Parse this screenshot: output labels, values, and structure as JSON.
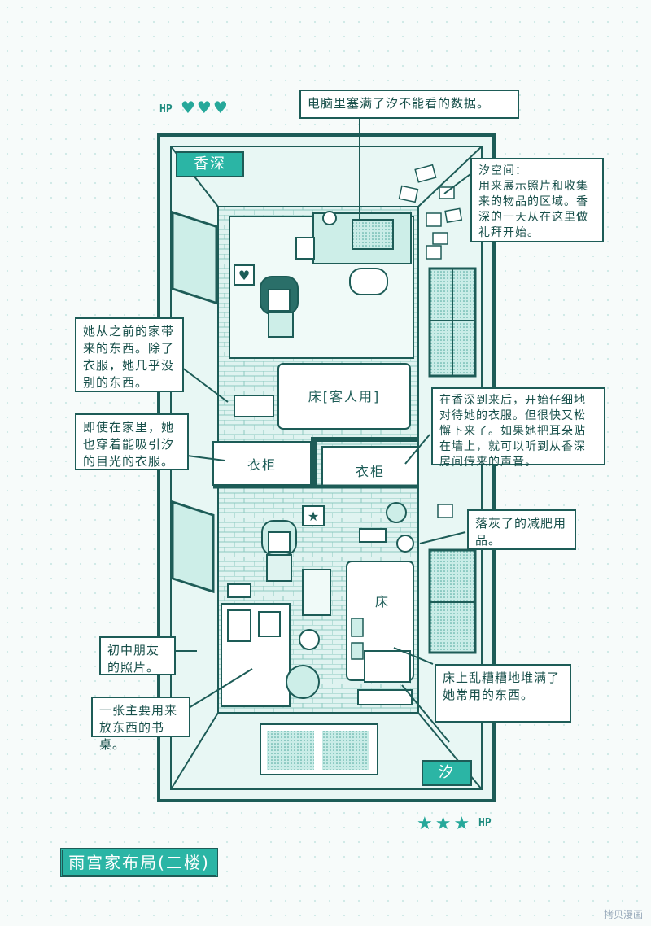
{
  "title": "雨宫家布局(二楼)",
  "names": {
    "top": "香深",
    "bottom": "汐"
  },
  "hp": {
    "top_label": "HP",
    "top_hearts": "♥♥♥",
    "bottom_label": "HP",
    "bottom_stars": "★★★"
  },
  "rooms": {
    "guest_bed": "床[客人用]",
    "closet_left": "衣柜",
    "closet_right": "衣柜",
    "bed": "床"
  },
  "notes": {
    "computer": "电脑里塞满了汐不能看的数据。",
    "room_space": "汐空间：\n用来展示照片和收集来的物品的区域。香深的一天从在这里做礼拜开始。",
    "belongings": "她从之前的家带来的东西。除了衣服，她几乎没别的东西。",
    "clothes": "即使在家里，她也穿着能吸引汐的目光的衣服。",
    "closet_side": "在香深到来后，开始仔细地对待她的衣服。但很快又松懈下来了。如果她把耳朵贴在墙上，就可以听到从香深房间传来的声音。",
    "diet": "落灰了的减肥用品。",
    "photo": "初中朋友的照片。",
    "desk": "一张主要用来放东西的书桌。",
    "bed_clutter": "床上乱糟糟地堆满了她常用的东西。"
  },
  "colors": {
    "accent": "#2bb5a5",
    "line": "#1d5c57"
  },
  "watermark": "拷贝漫画"
}
